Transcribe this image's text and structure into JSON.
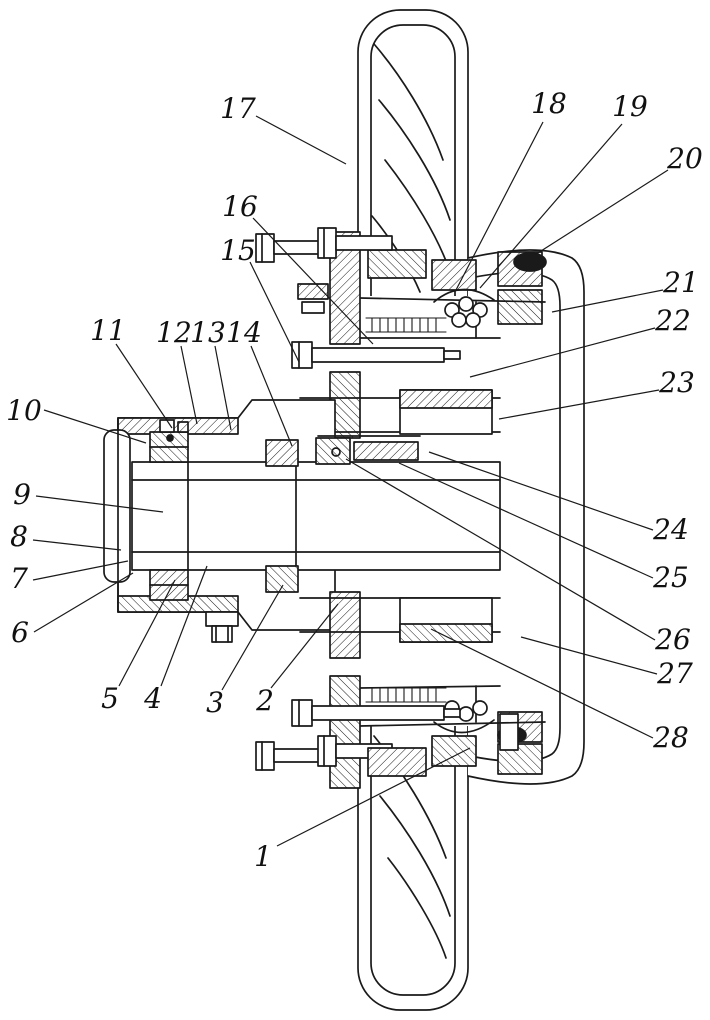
{
  "figure": {
    "kind": "technical-sectional-drawing",
    "subject": "wheel-hub-assembly-cross-section",
    "ink_color": "#1a1a1a",
    "paper_color": "#ffffff",
    "callouts": [
      {
        "label": "1",
        "text": [
          263,
          866
        ],
        "line": [
          277,
          846,
          470,
          748
        ]
      },
      {
        "label": "2",
        "text": [
          265,
          710
        ],
        "line": [
          271,
          688,
          338,
          604
        ]
      },
      {
        "label": "3",
        "text": [
          215,
          712
        ],
        "line": [
          222,
          690,
          283,
          585
        ]
      },
      {
        "label": "4",
        "text": [
          153,
          708
        ],
        "line": [
          161,
          686,
          207,
          566
        ]
      },
      {
        "label": "5",
        "text": [
          110,
          708
        ],
        "line": [
          119,
          686,
          175,
          580
        ]
      },
      {
        "label": "6",
        "text": [
          20,
          642
        ],
        "line": [
          34,
          632,
          133,
          573
        ]
      },
      {
        "label": "7",
        "text": [
          19,
          588
        ],
        "line": [
          33,
          580,
          128,
          561
        ]
      },
      {
        "label": "8",
        "text": [
          19,
          546
        ],
        "line": [
          33,
          540,
          121,
          550
        ]
      },
      {
        "label": "9",
        "text": [
          22,
          504
        ],
        "line": [
          36,
          496,
          163,
          512
        ]
      },
      {
        "label": "10",
        "text": [
          24,
          420
        ],
        "line": [
          44,
          410,
          146,
          443
        ]
      },
      {
        "label": "11",
        "text": [
          108,
          340
        ],
        "line": [
          116,
          344,
          172,
          428
        ]
      },
      {
        "label": "12",
        "text": [
          174,
          342
        ],
        "line": [
          181,
          346,
          197,
          424
        ]
      },
      {
        "label": "13",
        "text": [
          208,
          342
        ],
        "line": [
          215,
          346,
          231,
          430
        ]
      },
      {
        "label": "14",
        "text": [
          244,
          342
        ],
        "line": [
          251,
          346,
          292,
          446
        ]
      },
      {
        "label": "15",
        "text": [
          238,
          260
        ],
        "line": [
          250,
          262,
          299,
          362
        ]
      },
      {
        "label": "16",
        "text": [
          240,
          216
        ],
        "line": [
          253,
          218,
          373,
          344
        ]
      },
      {
        "label": "17",
        "text": [
          238,
          118
        ],
        "line": [
          256,
          116,
          346,
          164
        ]
      },
      {
        "label": "18",
        "text": [
          549,
          113
        ],
        "line": [
          543,
          122,
          456,
          290
        ]
      },
      {
        "label": "19",
        "text": [
          630,
          116
        ],
        "line": [
          622,
          124,
          480,
          288
        ]
      },
      {
        "label": "20",
        "text": [
          685,
          168
        ],
        "line": [
          668,
          170,
          530,
          258
        ]
      },
      {
        "label": "21",
        "text": [
          681,
          292
        ],
        "line": [
          663,
          290,
          552,
          312
        ]
      },
      {
        "label": "22",
        "text": [
          673,
          330
        ],
        "line": [
          655,
          328,
          470,
          377
        ]
      },
      {
        "label": "23",
        "text": [
          677,
          392
        ],
        "line": [
          659,
          390,
          499,
          419
        ]
      },
      {
        "label": "24",
        "text": [
          671,
          539
        ],
        "line": [
          653,
          530,
          429,
          452
        ]
      },
      {
        "label": "25",
        "text": [
          671,
          587
        ],
        "line": [
          653,
          578,
          399,
          463
        ]
      },
      {
        "label": "26",
        "text": [
          673,
          649
        ],
        "line": [
          655,
          640,
          346,
          459
        ]
      },
      {
        "label": "27",
        "text": [
          675,
          683
        ],
        "line": [
          657,
          674,
          521,
          637
        ]
      },
      {
        "label": "28",
        "text": [
          671,
          747
        ],
        "line": [
          653,
          738,
          431,
          629
        ]
      }
    ]
  }
}
